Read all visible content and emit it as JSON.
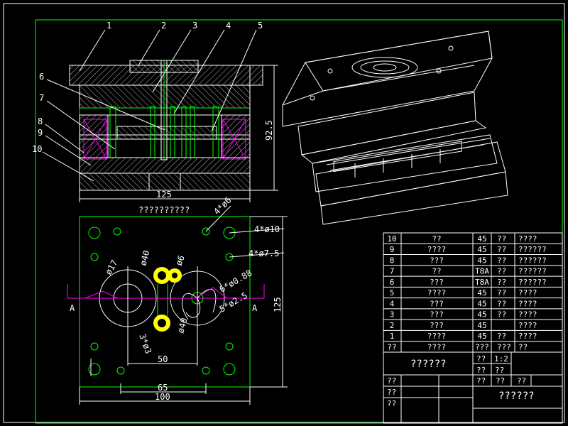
{
  "drawing": {
    "section_view_title": "??????????",
    "section_marker": "A",
    "part_labels": [
      "1",
      "2",
      "3",
      "4",
      "5",
      "6",
      "7",
      "8",
      "9",
      "10"
    ],
    "dimensions": {
      "height_total": "92.5",
      "width_section": "125",
      "height_plan": "125",
      "width_50": "50",
      "width_65": "65",
      "width_100": "100",
      "holes_4x10": "4*ø10",
      "holes_4x7_5": "4*ø7.5",
      "holes_4x6": "4*ø6",
      "dia_40": "ø40",
      "dia_17": "ø17",
      "dia_40b": "ø40",
      "dia_6": "ø6",
      "holes_6x0_88": "6*ø0.88",
      "holes_5x2_5": "5*ø2.5",
      "holes_3x3": "3*ø3"
    }
  },
  "parts_table": {
    "rows": [
      {
        "no": "10",
        "name": "??",
        "qty": "45",
        "mat": "??",
        "note": "????"
      },
      {
        "no": "9",
        "name": "????",
        "qty": "45",
        "mat": "??",
        "note": "??????"
      },
      {
        "no": "8",
        "name": "???",
        "qty": "45",
        "mat": "??",
        "note": "??????"
      },
      {
        "no": "7",
        "name": "??",
        "qty": "T8A",
        "mat": "??",
        "note": "??????"
      },
      {
        "no": "6",
        "name": "???",
        "qty": "T8A",
        "mat": "??",
        "note": "??????"
      },
      {
        "no": "5",
        "name": "????",
        "qty": "45",
        "mat": "??",
        "note": "????"
      },
      {
        "no": "4",
        "name": "???",
        "qty": "45",
        "mat": "??",
        "note": "????"
      },
      {
        "no": "3",
        "name": "???",
        "qty": "45",
        "mat": "??",
        "note": "????"
      },
      {
        "no": "2",
        "name": "???",
        "qty": "45",
        "mat": "",
        "note": "????"
      },
      {
        "no": "1",
        "name": "????",
        "qty": "45",
        "mat": "??",
        "note": "????"
      }
    ],
    "header": {
      "no": "??",
      "name": "????",
      "qty": "???",
      "mat": "???",
      "note": "??"
    }
  },
  "title_block": {
    "title": "??????",
    "cell_a": "??",
    "scale": "1:2",
    "cell_b": "??",
    "cell_c": "??",
    "row_labels": [
      "??",
      "??",
      "??"
    ],
    "bottom_cells": [
      "??",
      "??",
      "??"
    ],
    "company": "??????"
  }
}
